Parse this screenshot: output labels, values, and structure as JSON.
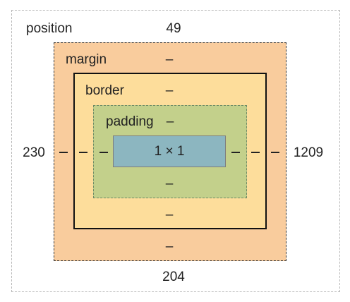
{
  "box_model": {
    "position": {
      "label": "position",
      "top": "49",
      "bottom": "204",
      "left": "230",
      "right": "1209"
    },
    "margin": {
      "label": "margin",
      "top": "–",
      "bottom": "–",
      "left": "–",
      "right": "–"
    },
    "border": {
      "label": "border",
      "top": "–",
      "bottom": "–",
      "left": "–",
      "right": "–"
    },
    "padding": {
      "label": "padding",
      "top": "–",
      "bottom": "–",
      "left": "–",
      "right": "–"
    },
    "content": {
      "size": "1 × 1"
    }
  },
  "colors": {
    "margin": "#f9cc9d",
    "border": "#fddd9b",
    "padding": "#c3d08b",
    "content": "#8cb6c0"
  }
}
